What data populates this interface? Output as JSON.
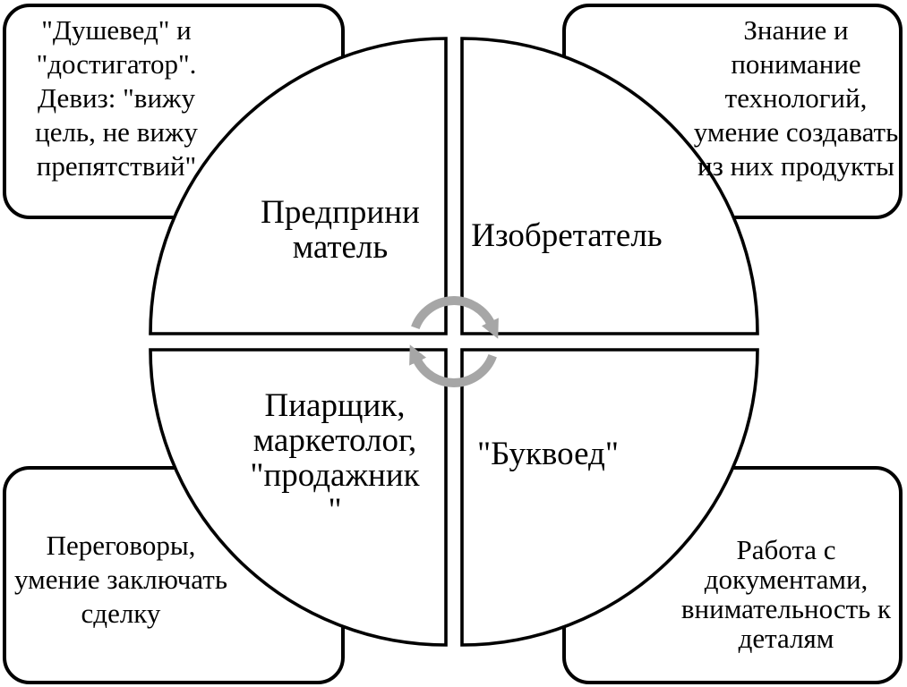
{
  "diagram": {
    "title_hint": "four-quadrant cycle diagram",
    "quadrants": [
      {
        "position": "top-left",
        "label": "Предприни\nматель"
      },
      {
        "position": "top-right",
        "label": "Изобретатель"
      },
      {
        "position": "bottom-left",
        "label": "Пиарщик,\nмаркетолог,\n\"продажник\n\""
      },
      {
        "position": "bottom-right",
        "label": "\"Буквоед\""
      }
    ],
    "callouts": [
      {
        "position": "top-left",
        "text": "\"Душевед\" и\n\"достигатор\".\nДевиз: \"вижу\nцель, не вижу\nпрепятствий\""
      },
      {
        "position": "top-right",
        "text": "Знание и\nпонимание\nтехнологий,\nумение создавать\nиз них продукты"
      },
      {
        "position": "bottom-left",
        "text": "Переговоры,\nумение заключать\nсделку"
      },
      {
        "position": "bottom-right",
        "text": "Работа с\nдокументами,\nвнимательность к\nдеталям"
      }
    ],
    "colors": {
      "shape_stroke": "#000000",
      "shape_fill": "#ffffff",
      "cycle_arrow": "#a6a6a6",
      "text": "#000000",
      "background": "#ffffff"
    }
  }
}
